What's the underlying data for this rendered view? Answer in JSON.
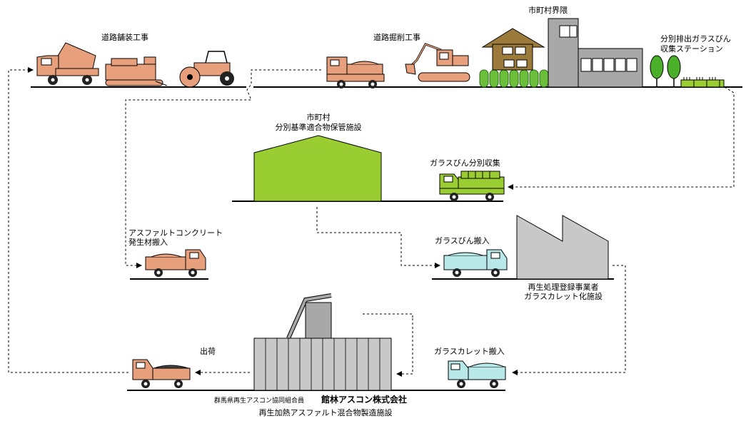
{
  "labels": {
    "road_paving": "道路舗装工事",
    "road_excavation": "道路掘削工事",
    "municipality_area": "市町村界隈",
    "glass_station_1": "分別排出ガラスびん",
    "glass_station_2": "収集ステーション",
    "storage_facility_1": "市町村",
    "storage_facility_2": "分別基準適合物保管施設",
    "glass_collection": "ガラスびん分別収集",
    "asphalt_in_1": "アスファルトコンクリート",
    "asphalt_in_2": "発生材搬入",
    "glass_in": "ガラスびん搬入",
    "recycler_1": "再生処理登録事業者",
    "recycler_2": "ガラスカレット化施設",
    "shipment": "出荷",
    "cullet_in": "ガラスカレット搬入",
    "association": "群馬県再生アスコン協同組合員",
    "company": "館林アスコン株式会社",
    "plant": "再生加熱アスファルト混合物製造施設"
  },
  "colors": {
    "truck_orange": "#E8A07C",
    "truck_cyan": "#B8E8E8",
    "truck_green": "#9ACD32",
    "facility_green": "#9ACD32",
    "factory_gray": "#C8C8C8",
    "house_brown": "#9B7A3C",
    "tree_green": "#4CAF2A",
    "hedge_green": "#6BBF3A",
    "building_gray": "#A8A8A8"
  }
}
